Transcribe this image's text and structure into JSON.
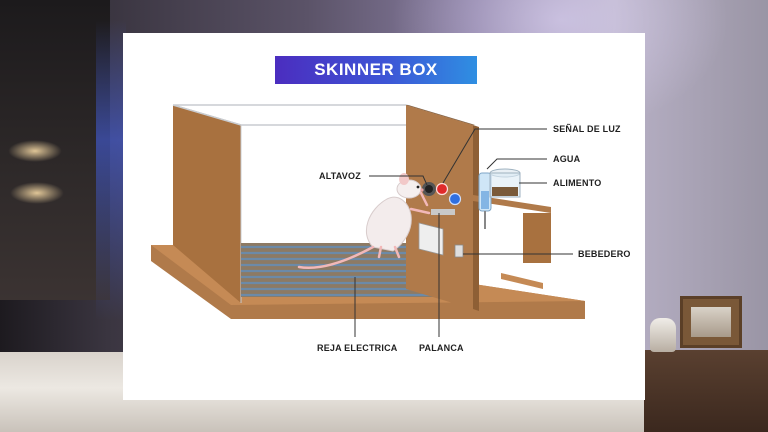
{
  "diagram": {
    "title": "SKINNER BOX",
    "labels": {
      "senal_de_luz": "SEÑAL DE LUZ",
      "agua": "AGUA",
      "alimento": "ALIMENTO",
      "altavoz": "ALTAVOZ",
      "bebedero": "BEBEDERO",
      "reja_electrica": "REJA ELECTRICA",
      "palanca": "PALANCA"
    }
  },
  "colors": {
    "title_gradient_start": "#4b2dbf",
    "title_gradient_end": "#2f8fe2",
    "wood": "#b07a4a",
    "light_signal": "#e02a2a",
    "blue_light": "#2f6fe0"
  }
}
